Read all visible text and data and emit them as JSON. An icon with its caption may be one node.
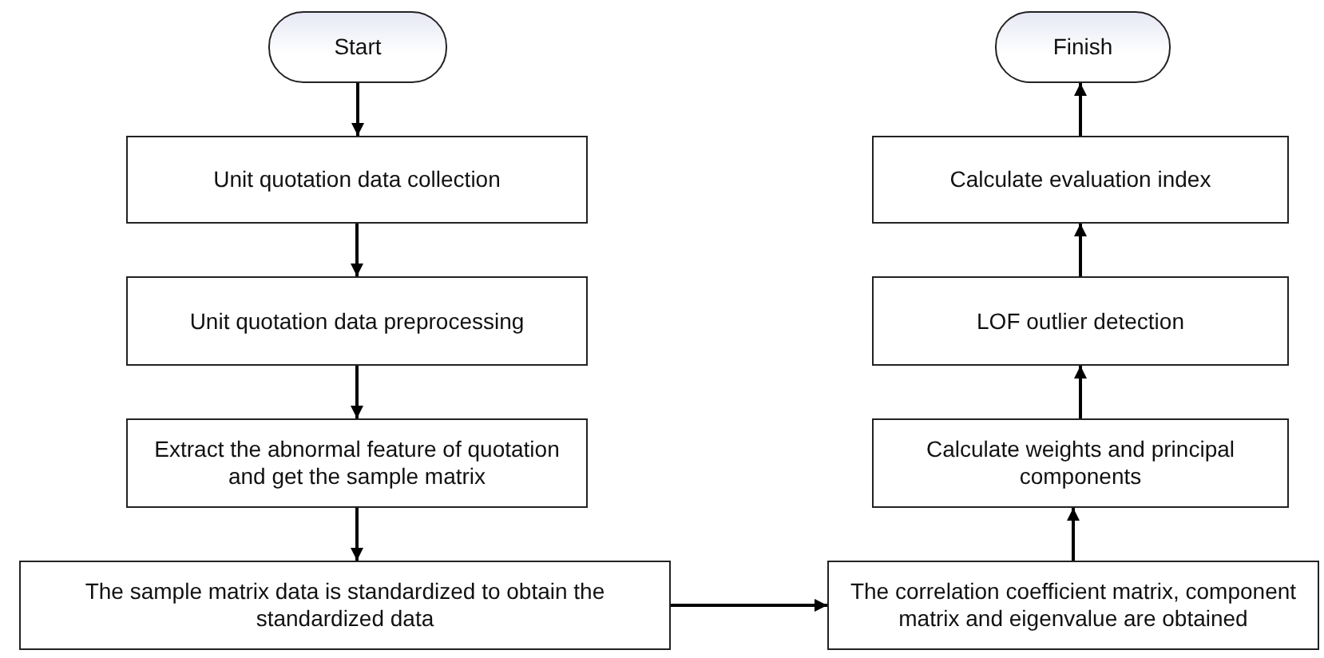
{
  "diagram": {
    "nodes": [
      {
        "text": [
          "Start"
        ]
      },
      {
        "text": [
          "Unit quotation data collection"
        ]
      },
      {
        "text": [
          "Unit quotation data preprocessing"
        ]
      },
      {
        "text": [
          "Extract the abnormal feature of quotation and get the sample matrix"
        ]
      },
      {
        "text": [
          "The sample matrix data is standardized to obtain the standardized data"
        ]
      },
      {
        "text": [
          "Finish"
        ]
      },
      {
        "text": [
          "Calculate evaluation index"
        ]
      },
      {
        "text": [
          "LOF outlier detection"
        ]
      },
      {
        "text": [
          "Calculate weights and principal components"
        ]
      },
      {
        "text": [
          "The correlation coefficient matrix, component matrix and eigenvalue are obtained"
        ]
      }
    ],
    "edges": [
      {
        "from": 0,
        "to": 1,
        "arrow": "to"
      },
      {
        "from": 1,
        "to": 2,
        "arrow": "to"
      },
      {
        "from": 2,
        "to": 3,
        "arrow": "to"
      },
      {
        "from": 3,
        "to": 4,
        "arrow": "to"
      },
      {
        "from": 4,
        "to": 9,
        "arrow": "to"
      },
      {
        "from": 9,
        "to": 8,
        "arrow": "to"
      },
      {
        "from": 8,
        "to": 7,
        "arrow": "to"
      },
      {
        "from": 7,
        "to": 6,
        "arrow": "to"
      },
      {
        "from": 6,
        "to": 5,
        "arrow": "to"
      }
    ]
  }
}
